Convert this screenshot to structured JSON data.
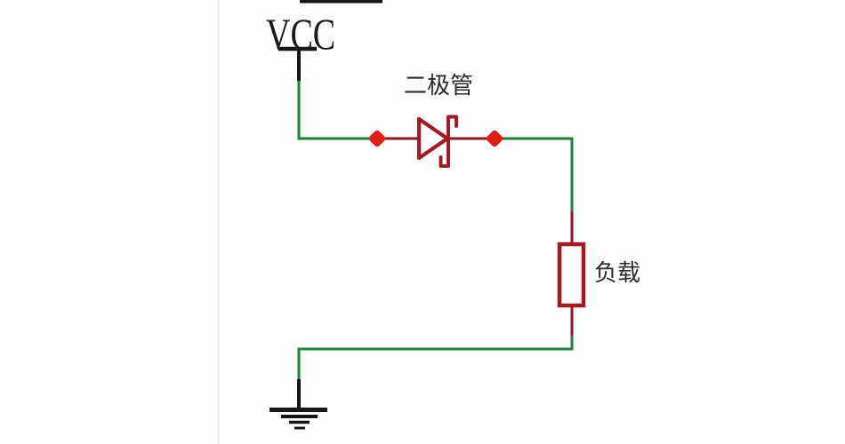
{
  "labels": {
    "power": "VCC",
    "diode": "二极管",
    "load": "负载"
  },
  "colors": {
    "background": "#fdfdfd",
    "wire_green": "#1e8138",
    "wire_red": "#8d1a23",
    "component_red": "#a01b24",
    "junction_dot": "#dc2016",
    "ink": "#161616",
    "text": "#2a2a2a"
  },
  "symbols": [
    "vcc-power-rail",
    "schottky-diode",
    "junction-dot-left",
    "junction-dot-right",
    "load-resistor",
    "earth-ground"
  ]
}
